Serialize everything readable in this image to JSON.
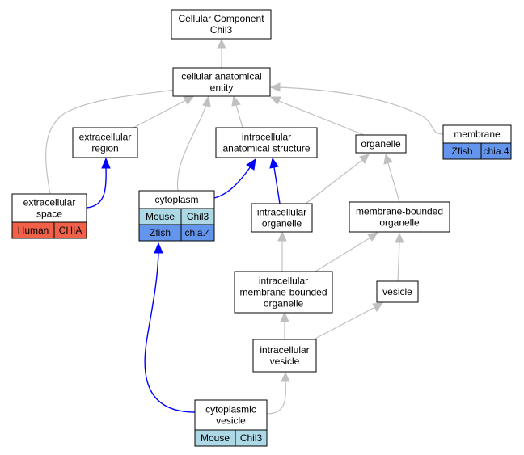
{
  "graph": {
    "nodes": {
      "cc_chil3": {
        "lines": [
          "Cellular Component",
          "Chil3"
        ]
      },
      "cae": {
        "lines": [
          "cellular anatomical",
          "entity"
        ]
      },
      "extracellular_region": {
        "lines": [
          "extracellular",
          "region"
        ]
      },
      "ias": {
        "lines": [
          "intracellular",
          "anatomical structure"
        ]
      },
      "organelle": {
        "lines": [
          "organelle"
        ]
      },
      "membrane": {
        "lines": [
          "membrane"
        ]
      },
      "extracellular_space": {
        "lines": [
          "extracellular",
          "space"
        ]
      },
      "cytoplasm": {
        "lines": [
          "cytoplasm"
        ]
      },
      "intracellular_organelle": {
        "lines": [
          "intracellular",
          "organelle"
        ]
      },
      "membrane_bounded_organelle": {
        "lines": [
          "membrane-bounded",
          "organelle"
        ]
      },
      "imbo": {
        "lines": [
          "intracellular",
          "membrane-bounded",
          "organelle"
        ]
      },
      "vesicle": {
        "lines": [
          "vesicle"
        ]
      },
      "intracellular_vesicle": {
        "lines": [
          "intracellular",
          "vesicle"
        ]
      },
      "cytoplasmic_vesicle": {
        "lines": [
          "cytoplasmic",
          "vesicle"
        ]
      }
    },
    "annotations": {
      "membrane": [
        {
          "species": "Zfish",
          "gene": "chia.4",
          "color": "#6495ed"
        }
      ],
      "extracellular_space": [
        {
          "species": "Human",
          "gene": "CHIA",
          "color": "#f1614a"
        }
      ],
      "cytoplasm": [
        {
          "species": "Mouse",
          "gene": "Chil3",
          "color": "#add8e6"
        },
        {
          "species": "Zfish",
          "gene": "chia.4",
          "color": "#6495ed"
        }
      ],
      "cytoplasmic_vesicle": [
        {
          "species": "Mouse",
          "gene": "Chil3",
          "color": "#add8e6"
        }
      ]
    },
    "edge_colors": {
      "is_a": "#c0c0c0",
      "part_of": "#0000ff"
    }
  }
}
